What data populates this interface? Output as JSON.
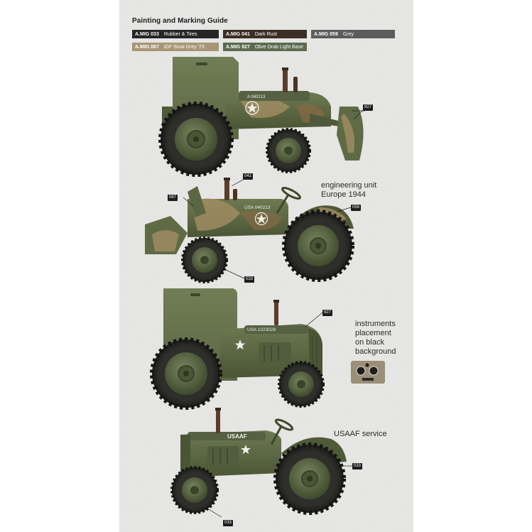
{
  "guide": {
    "title": "Painting and Marking Guide",
    "paints": [
      {
        "code": "A.MIG 033",
        "name": "Rubber & Tires",
        "color": "#262626"
      },
      {
        "code": "A.MIG 041",
        "name": "Dark Rust",
        "color": "#3c2e26"
      },
      {
        "code": "A.MIG 059",
        "name": "Grey",
        "color": "#5b5d5c"
      },
      {
        "code": "A.MIG 067",
        "name": "IDF Sinai Grey '73",
        "color": "#a89674"
      },
      {
        "code": "A.MIG 927",
        "name": "Olive Drab Light Base",
        "color": "#5c6a4e"
      }
    ]
  },
  "captions": {
    "europe": [
      "engineering unit",
      "Europe 1944"
    ],
    "instruments": [
      "instruments",
      "placement",
      "on black",
      "background"
    ],
    "usaaf": "USAAF service"
  },
  "markings": {
    "tractor1": "A 040213",
    "tractor2": "USA 040213",
    "tractor3": "USA 1023028",
    "tractor4": "USAAF"
  },
  "callouts": {
    "c927a": "927",
    "c041": "041",
    "c067": "067",
    "c059": "059",
    "c033a": "033",
    "c927b": "927",
    "c033b": "033",
    "c033c": "033"
  },
  "colors": {
    "olive": "#5f6b45",
    "olive_dark": "#454f30",
    "camo_tan": "#a48d63",
    "rubber": "#2a2a28",
    "rust": "#5a3d2a"
  }
}
